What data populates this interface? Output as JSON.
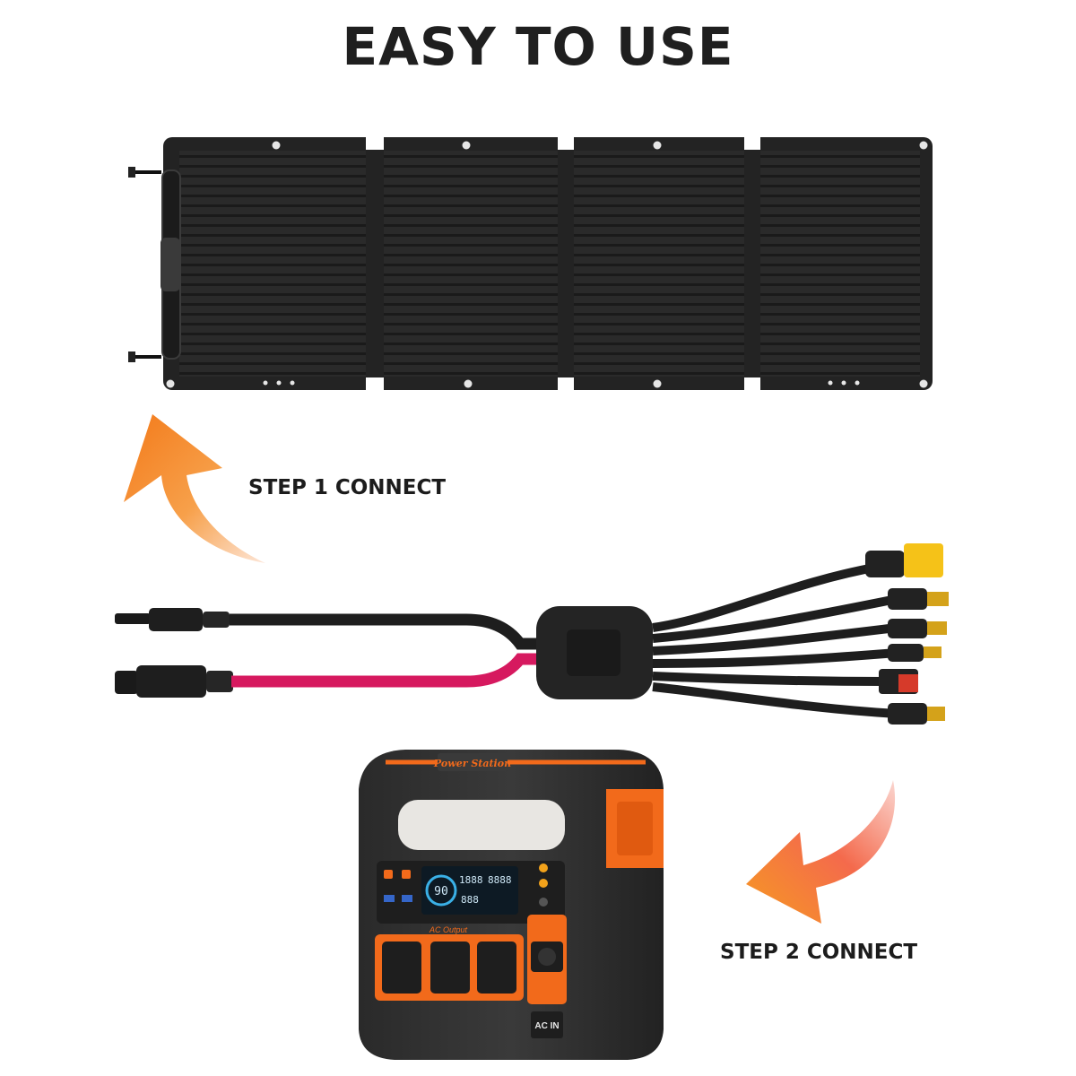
{
  "headline": "EASY TO USE",
  "steps": {
    "step1": "STEP 1 CONNECT",
    "step2": "STEP 2 CONNECT"
  },
  "product": {
    "brand_label": "Power Station",
    "display_left": "90",
    "display_top_a": "1888",
    "display_top_b": "8888",
    "display_bottom": "888",
    "section_label": "AC Output",
    "port_label": "AC IN"
  },
  "colors": {
    "panel": "#2b2b2b",
    "cable_black": "#1e1e1e",
    "cable_pink": "#d6195f",
    "device_orange": "#f26a1b",
    "arrow_orange": "#f58a2a"
  }
}
